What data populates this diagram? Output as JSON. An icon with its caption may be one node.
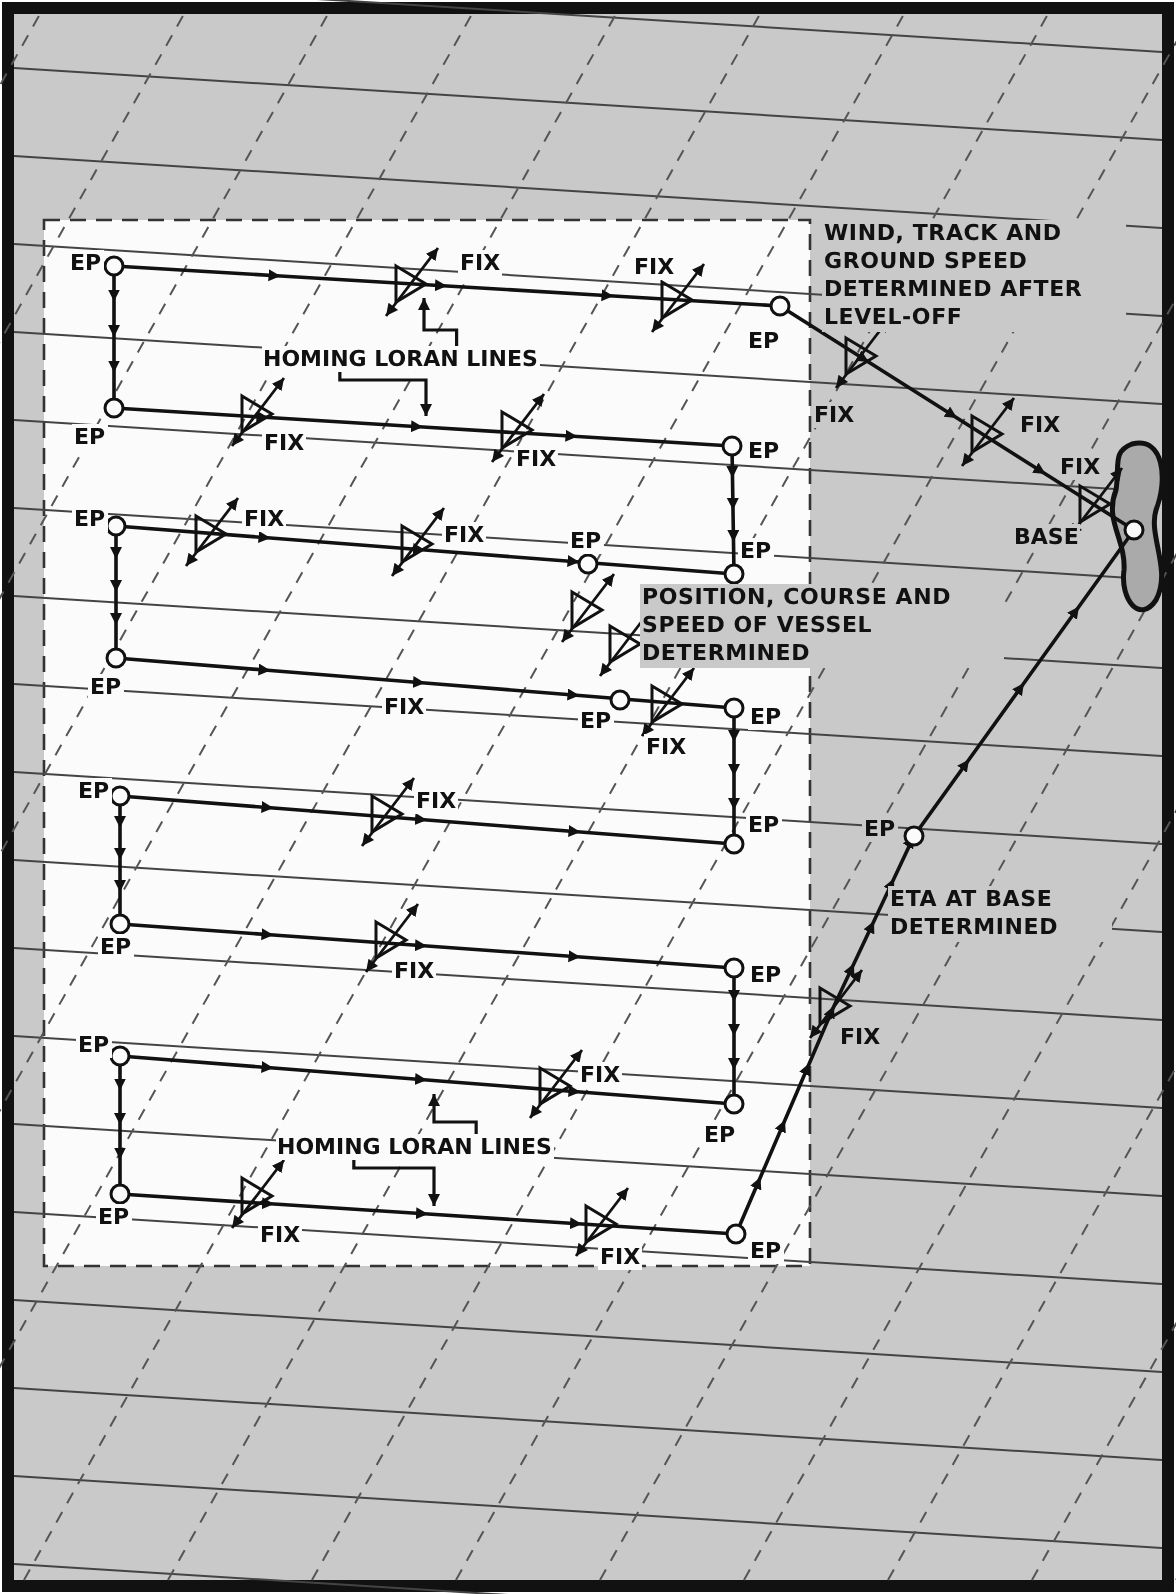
{
  "diagram": {
    "nodes": [
      {
        "text": [
          "HOMING LORAN LINES"
        ]
      },
      {
        "text": [
          "HOMING LORAN LINES"
        ]
      }
    ],
    "edges": [
      {
        "from": 0,
        "to": null,
        "arrow": "to"
      },
      {
        "from": 0,
        "to": null,
        "arrow": "to"
      },
      {
        "from": 1,
        "to": null,
        "arrow": "to"
      },
      {
        "from": 1,
        "to": null,
        "arrow": "to"
      }
    ],
    "labels": [
      "WIND, TRACK AND GROUND SPEED DETERMINED AFTER LEVEL-OFF",
      "EP",
      "FIX",
      "FIX",
      "EP",
      "FIX",
      "FIX",
      "EP",
      "FIX",
      "EP",
      "FIX",
      "FIX",
      "EP",
      "FIX",
      "FIX",
      "EP",
      "BASE",
      "EP",
      "POSITION, COURSE AND SPEED OF VESSEL DETERMINED",
      "EP",
      "FIX",
      "EP",
      "EP",
      "FIX",
      "EP",
      "FIX",
      "EP",
      "EP",
      "ETA AT BASE DETERMINED",
      "EP",
      "FIX",
      "EP",
      "FIX",
      "EP",
      "FIX",
      "EP",
      "EP",
      "FIX",
      "FIX",
      "EP"
    ]
  }
}
